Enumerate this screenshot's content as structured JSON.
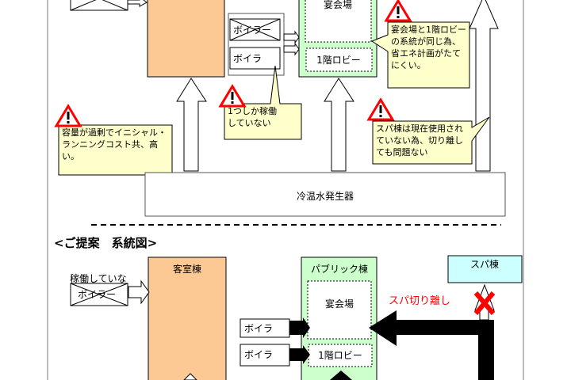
{
  "current": {
    "boiler_crossed": "ボイラー",
    "boiler": "ボイラ",
    "banquet": "宴会場",
    "lobby": "1階ロビー",
    "chiller": "冷温水発生器",
    "callouts": {
      "capacity": "容量が過剰でイニシャル・ランニングコスト共、高い。",
      "one_running": "1つしか稼働していない",
      "same_system": "宴会場と1階ロビーの系統が同じ為、省エネ計画がたてにくい。",
      "spa_unused": "スパ棟は現在使用されていない為、切り離しても問題ない"
    }
  },
  "proposal": {
    "heading": "<ご提案　系統図>",
    "guest_building": "客室棟",
    "not_running": "稼働していな",
    "boiler_crossed": "ボイラー",
    "public_building": "パブリック棟",
    "banquet": "宴会場",
    "lobby": "1階ロビー",
    "boiler1": "ボイラ",
    "boiler2": "ボイラ",
    "spa_building": "スパ棟",
    "spa_disconnect": "スパ切り離し"
  },
  "colors": {
    "orange": "#fcc995",
    "green": "#ccffcc",
    "cyan": "#ccffff",
    "note": "#ffffcc",
    "warn": "#ff0000"
  }
}
